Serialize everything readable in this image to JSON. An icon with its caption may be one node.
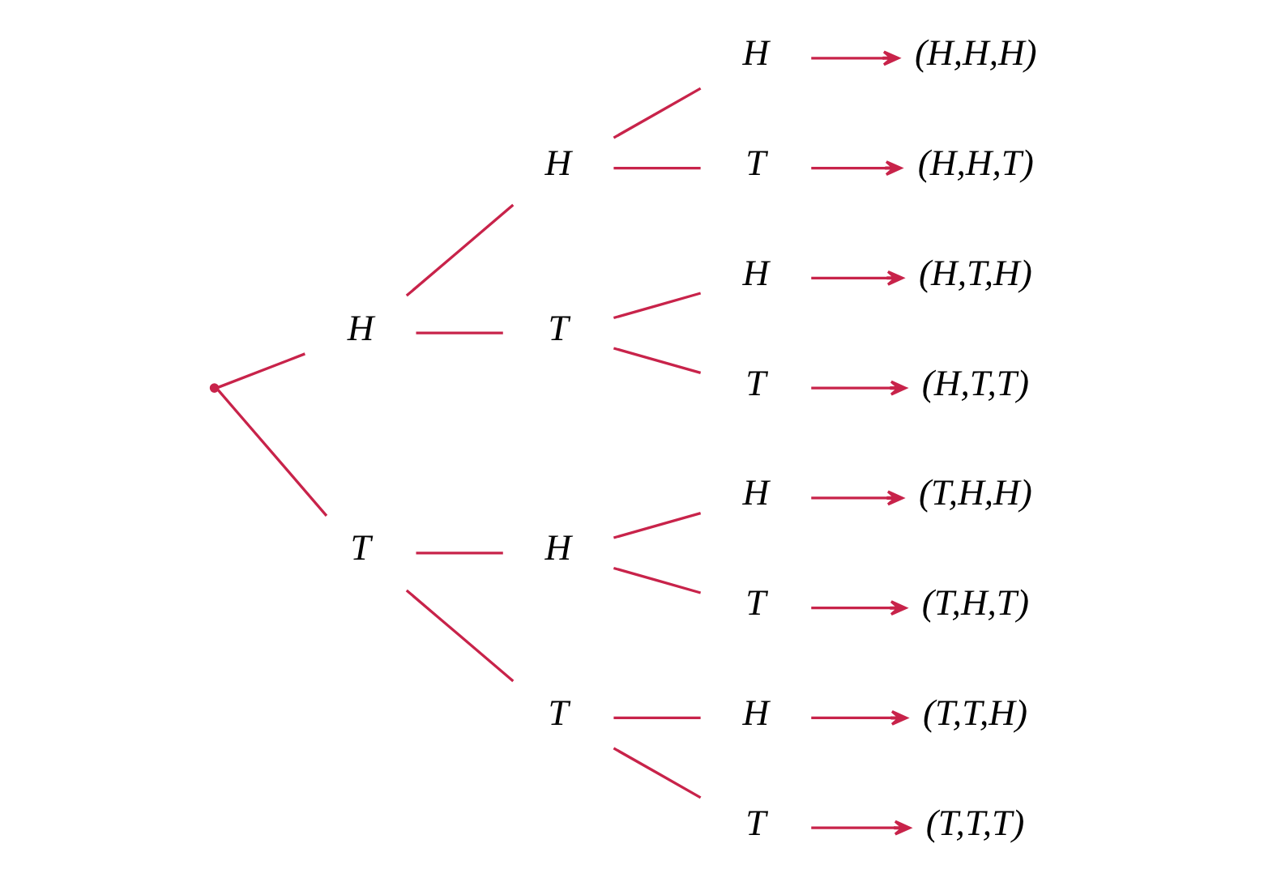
{
  "diagram": {
    "nodes": [
      {
        "text": [],
        "shape": "point"
      },
      {
        "text": [
          "H"
        ]
      },
      {
        "text": [
          "T"
        ]
      },
      {
        "text": [
          "H"
        ]
      },
      {
        "text": [
          "T"
        ]
      },
      {
        "text": [
          "H"
        ]
      },
      {
        "text": [
          "T"
        ]
      },
      {
        "text": [
          "H"
        ]
      },
      {
        "text": [
          "T"
        ]
      },
      {
        "text": [
          "H"
        ]
      },
      {
        "text": [
          "T"
        ]
      },
      {
        "text": [
          "H"
        ]
      },
      {
        "text": [
          "T"
        ]
      },
      {
        "text": [
          "H"
        ]
      },
      {
        "text": [
          "T"
        ]
      },
      {
        "text": [
          "(H,H,H)"
        ]
      },
      {
        "text": [
          "(H,H,T)"
        ]
      },
      {
        "text": [
          "(H,T,H)"
        ]
      },
      {
        "text": [
          "(H,T,T)"
        ]
      },
      {
        "text": [
          "(T,H,H)"
        ]
      },
      {
        "text": [
          "(T,H,T)"
        ]
      },
      {
        "text": [
          "(T,T,H)"
        ]
      },
      {
        "text": [
          "(T,T,T)"
        ]
      }
    ],
    "edges": [
      {
        "from": 0,
        "to": 1,
        "arrow": "none"
      },
      {
        "from": 0,
        "to": 2,
        "arrow": "none"
      },
      {
        "from": 1,
        "to": 3,
        "arrow": "none"
      },
      {
        "from": 1,
        "to": 4,
        "arrow": "none"
      },
      {
        "from": 2,
        "to": 5,
        "arrow": "none"
      },
      {
        "from": 2,
        "to": 6,
        "arrow": "none"
      },
      {
        "from": 3,
        "to": 7,
        "arrow": "none"
      },
      {
        "from": 3,
        "to": 8,
        "arrow": "none"
      },
      {
        "from": 4,
        "to": 9,
        "arrow": "none"
      },
      {
        "from": 4,
        "to": 10,
        "arrow": "none"
      },
      {
        "from": 5,
        "to": 11,
        "arrow": "none"
      },
      {
        "from": 5,
        "to": 12,
        "arrow": "none"
      },
      {
        "from": 6,
        "to": 13,
        "arrow": "none"
      },
      {
        "from": 6,
        "to": 14,
        "arrow": "none"
      },
      {
        "from": 7,
        "to": 15,
        "arrow": "to"
      },
      {
        "from": 8,
        "to": 16,
        "arrow": "to"
      },
      {
        "from": 9,
        "to": 17,
        "arrow": "to"
      },
      {
        "from": 10,
        "to": 18,
        "arrow": "to"
      },
      {
        "from": 11,
        "to": 19,
        "arrow": "to"
      },
      {
        "from": 12,
        "to": 20,
        "arrow": "to"
      },
      {
        "from": 13,
        "to": 21,
        "arrow": "to"
      },
      {
        "from": 14,
        "to": 22,
        "arrow": "to"
      }
    ]
  }
}
